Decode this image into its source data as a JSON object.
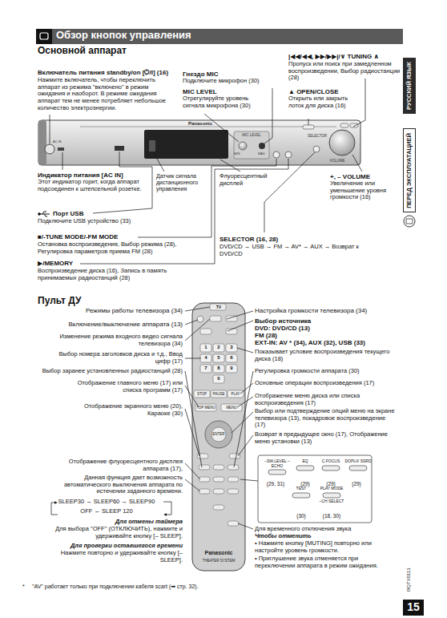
{
  "diagram": {
    "title": "Обзор кнопок управления",
    "nodes": [
      {
        "text": [
          "РУССКИЙ ЯЗЫК"
        ]
      },
      {
        "text": [
          "ПЕРЕД ЭКСПЛУАТАЦИЕЙ"
        ]
      },
      {
        "text": [
          "15"
        ]
      },
      {
        "text": [
          "–SW.LEVEL –ECHO"
        ]
      },
      {
        "text": [
          "EQ"
        ]
      },
      {
        "text": [
          "C.FOCUS"
        ]
      },
      {
        "text": [
          "DOPLII/ SSRD"
        ]
      },
      {
        "text": [
          "TEST"
        ]
      },
      {
        "text": [
          "PLAY MODE",
          "–CH SELECT"
        ]
      }
    ],
    "labels": [
      "Основной аппарат",
      "Включатель питания standby/on [⏻/I] (16)",
      "Нажмите включатель, чтобы переключить аппарат из режима \"включено\" в режим ожидания и наоборот. В режиме ожидания аппарат тем не менее потребляет небольшое количество электроэнергии.",
      "Гнездо MIC",
      "Подключите микрофон (30)",
      "MIC LEVEL",
      "Отрегулируйте уровень сигнала микрофона (30)",
      "|◀◀/◀◀, ▶▶/▶▶|/∨ TUNING ∧",
      "Пропуск или поиск при замедленном воспроизведении, Выбор радиостанции (28)",
      "▲ OPEN/CLOSE",
      "Открыть или закрыть лоток для диска (16)",
      "Индикатор питания [AC IN]",
      "Этот индикатор горит, когда аппарат подсоединен к штепсельной розетке.",
      "Датчик сигнала дистанционного управления",
      "Флуоресцентный дисплей",
      "+, – VOLUME",
      "Увеличение или уменьшение уровня громкости (16)",
      "Порт USB",
      "Подключите USB устройство (33)",
      "■/-TUNE MODE/-FM MODE",
      "Остановка воспроизведения, Выбор режима (28), Регулировка параметров приема FM (28)",
      "▶/MEMORY",
      "Воспроизведение диска (16), Запись в память принимаемых радиостанций (28)",
      "SELECTOR (16, 28)",
      "DVD/CD → USB → FM → AV* → AUX → Возврат к DVD/CD",
      "Panasonic",
      "AC IN",
      "MIC LEVEL",
      "MIN",
      "MAX",
      "SELECTOR",
      "VOLUME",
      "Пульт ДУ",
      "Режимы работы телевизора (34)",
      "Включение/выключение аппарата (13)",
      "Изменение режима входного видео сигнала телевизора (34)",
      "Выбор номера заголовков диска и т.д., Ввод цифр (17)",
      "Выбор заранее установленных радиостанций (28)",
      "Отображение главного меню (17) или списка программ (17)",
      "Отображение экранного меню (20), Караоке (30)",
      "Отображение флуоресцентного дисплея аппарата (17),",
      "Данная функция дает возможность автоматического выключения аппарата по истечении заданного времени.",
      "SLEEP30 → SLEEP60 → SLEEP90",
      "OFF ← SLEEP 120",
      "Для отмены таймера",
      "Для выбора \"OFF\" (ОТКЛЮЧИТЬ), нажмите и удерживайте кнопку [– SLEEP].",
      "Для проверки оставшегося времени",
      "Нажмите повторно и удерживайте кнопку [– SLEEP].",
      "Настройка громкости телевизора (34)",
      "Выбор источника",
      "DVD: DVD/CD (13)",
      "FM (28)",
      "EXT-IN: AV * (34), AUX (32), USB (33)",
      "Показывает условие воспроизведения текущего диска (18)",
      "Регулировка громкости аппарата (30)",
      "Основные операции воспроизведения (17)",
      "Отображение меню диска или списка воспроизведения (17)",
      "Выбор или подтверждение опций меню на экране телевизора (13), покадровое воспроизведение (17)",
      "Возврат в предыдущее окно (17), Отображение меню установки (13)",
      "(29, 31)",
      "(29)",
      "(29)",
      "(29)",
      "(30)",
      "(18, 30)",
      "Для временного отключения звука",
      "Чтобы отменить",
      "• Нажмите кнопку [MUTING] повторно или настройте уровень громкости.",
      "• Приглушение звука отменяется при переключении аппарата в режим ожидания.",
      "*",
      "\"AV\" работает только при подключении кабеля scart (➡ стр. 32).",
      "RQTX0113",
      "Panasonic",
      "THEATER SYSTEM",
      "1",
      "2",
      "3",
      "4",
      "5",
      "6",
      "7",
      "8",
      "9",
      "0",
      "STOP",
      "PAUSE",
      "PLAY",
      "TOP MENU",
      "MENU",
      "ENTER",
      "TV"
    ]
  }
}
